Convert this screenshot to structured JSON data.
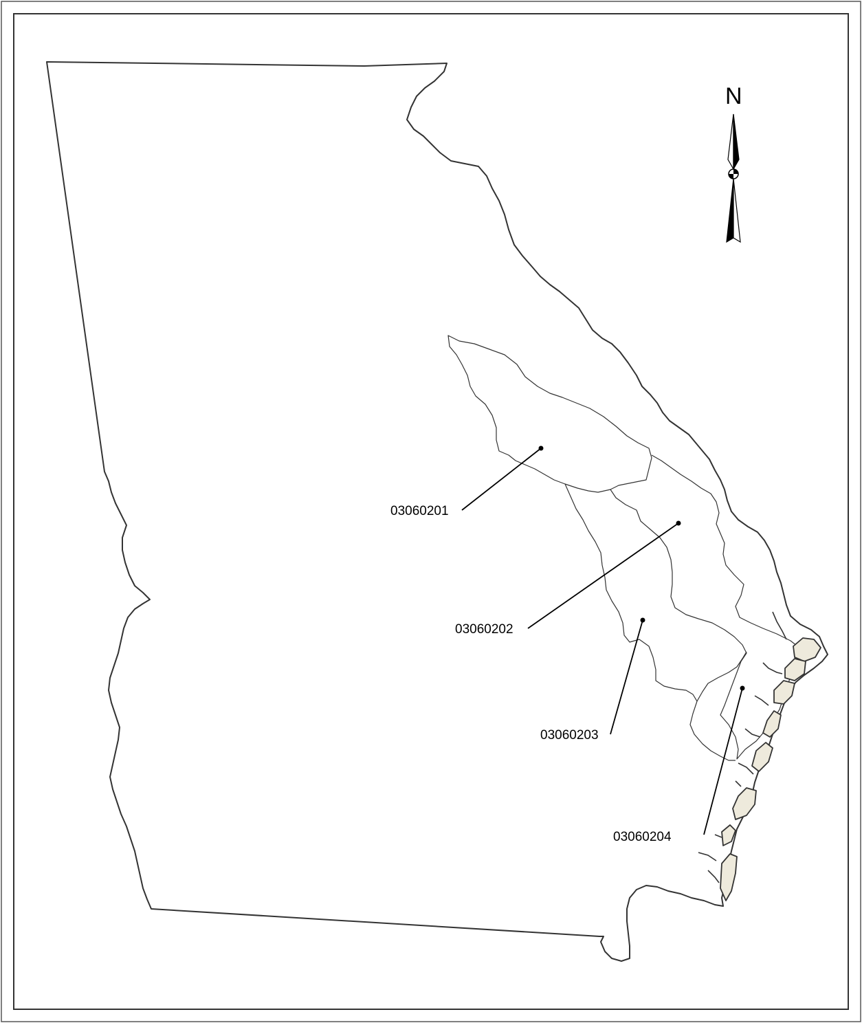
{
  "map": {
    "north_arrow": {
      "letter": "N",
      "icon": "north-arrow-icon"
    },
    "watersheds": [
      {
        "label": "03060201"
      },
      {
        "label": "03060202"
      },
      {
        "label": "03060203"
      },
      {
        "label": "03060204"
      }
    ],
    "colors": {
      "state_outline": "#333333",
      "basin_outline": "#333333",
      "island_fill": "#eeeadc",
      "background": "#ffffff",
      "frame": "#333333"
    }
  }
}
